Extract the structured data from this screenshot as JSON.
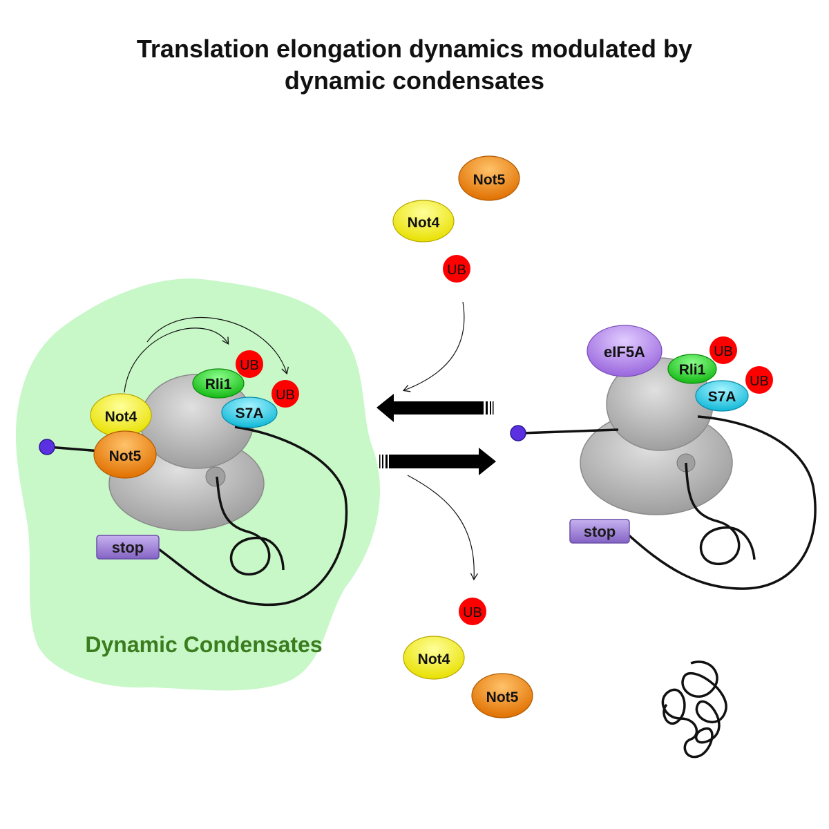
{
  "title": {
    "line1": "Translation elongation dynamics modulated by",
    "line2": "dynamic condensates"
  },
  "labels": {
    "condensate": "Dynamic Condensates",
    "not4": "Not4",
    "not5": "Not5",
    "ub": "UB",
    "rli1": "Rli1",
    "s7a": "S7A",
    "eif5a": "eIF5A",
    "stop": "stop"
  },
  "colors": {
    "condensate": "#c8f7c8",
    "condensate_text": "#3a7d1e",
    "not4": "#ffff00",
    "not5": "#ff8c00",
    "ub": "#ff0000",
    "rli1": "#22dd22",
    "s7a": "#22d4ee",
    "eif5a": "#b488ee",
    "stop": "#9b7fd4",
    "ribosome": "#b0b0b0",
    "peptide_bead": "#5a30e0"
  }
}
